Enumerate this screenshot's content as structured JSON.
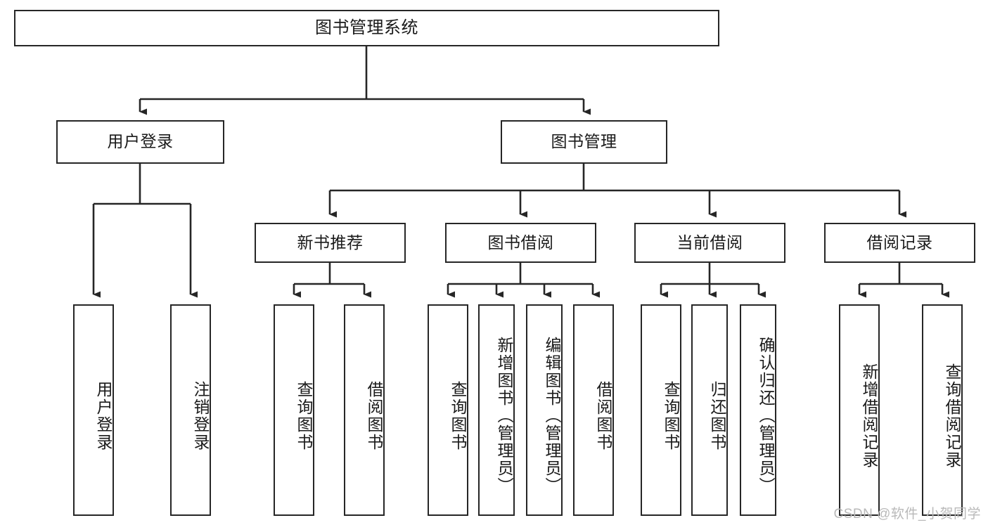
{
  "diagram": {
    "title": "图书管理系统",
    "type": "tree-hierarchy",
    "colors": {
      "node_border": "#262626",
      "node_fill": "#ffffff",
      "edge": "#262626",
      "text": "#1a1a1a",
      "watermark": "#b9b9b9",
      "background": "#ffffff"
    },
    "root": {
      "label": "图书管理系统"
    },
    "level1": [
      {
        "label": "用户登录"
      },
      {
        "label": "图书管理"
      }
    ],
    "level2": [
      {
        "label": "新书推荐"
      },
      {
        "label": "图书借阅"
      },
      {
        "label": "当前借阅"
      },
      {
        "label": "借阅记录"
      }
    ],
    "leaves": {
      "user_login": [
        {
          "label": "用户登录"
        },
        {
          "label": "注销登录"
        }
      ],
      "new_book_recommend": [
        {
          "label": "查询图书"
        },
        {
          "label": "借阅图书"
        }
      ],
      "book_borrow": [
        {
          "label": "查询图书"
        },
        {
          "label": "新增图书（管理员）"
        },
        {
          "label": "编辑图书（管理员）"
        },
        {
          "label": "借阅图书"
        }
      ],
      "current_borrow": [
        {
          "label": "查询图书"
        },
        {
          "label": "归还图书"
        },
        {
          "label": "确认归还（管理员）"
        }
      ],
      "borrow_record": [
        {
          "label": "新增借阅记录"
        },
        {
          "label": "查询借阅记录"
        }
      ]
    }
  },
  "watermark": {
    "text": "CSDN @软件_小贺同学"
  }
}
